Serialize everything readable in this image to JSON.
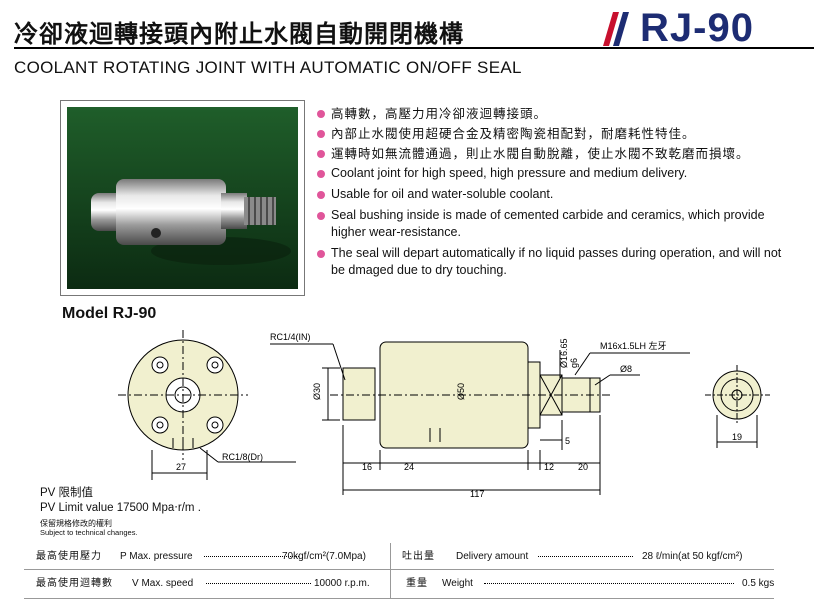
{
  "header": {
    "title_zh": "冷卻液迴轉接頭內附止水閥自動開閉機構",
    "title_en": "COOLANT ROTATING  JOINT WITH AUTOMATIC ON/OFF SEAL",
    "model_code": "RJ-90",
    "brand_color": "#1d2c73",
    "stripe_color": "#c8102e"
  },
  "features": [
    "高轉數，高壓力用冷卻液迴轉接頭。",
    "內部止水閥使用超硬合金及精密陶瓷相配對，耐磨耗性特佳。",
    "運轉時如無流體通過，則止水閥自動脫離，使止水閥不致乾磨而損壞。",
    "Coolant joint for high speed, high pressure and medium delivery.",
    "Usable for oil and water-soluble coolant.",
    "Seal bushing inside is made of cemented carbide and ceramics, which provide higher wear-resistance.",
    "The seal will depart automatically if no liquid passes during operation, and will not be dmaged due to dry touching."
  ],
  "bullet_color": "#e0559a",
  "model_label": "Model RJ-90",
  "drawing": {
    "port_in": "RC1/4(IN)",
    "port_drain": "RC1/8(Dr)",
    "thread": "M16x1.5LH 左牙",
    "dia_16": "Ø16.65",
    "fit_g6": "g6",
    "dia_8": "Ø8",
    "dia_30": "Ø30",
    "dia_50": "Ø50",
    "dim_27": "27",
    "dim_16": "16",
    "dim_24": "24",
    "dim_12": "12",
    "dim_20": "20",
    "dim_5": "5",
    "dim_117": "117",
    "dim_19": "19"
  },
  "pv": {
    "line1": "PV  限制值",
    "line2": "PV Limit value 17500 Mpa‧r/m ."
  },
  "notes": {
    "zh": "保留規格修改的權利",
    "en": "Subject to technical changes."
  },
  "specs": {
    "max_pressure_zh": "最高使用壓力",
    "max_pressure_en": "P Max. pressure",
    "max_pressure_val": "70kgf/cm²(7.0Mpa)",
    "max_speed_zh": "最高使用迴轉數",
    "max_speed_en": "V Max. speed",
    "max_speed_val": "10000 r.p.m.",
    "delivery_zh": "吐出量",
    "delivery_en": "Delivery amount",
    "delivery_val": "28 ℓ/min(at 50 kgf/cm²)",
    "weight_zh": "重量",
    "weight_en": "Weight",
    "weight_val": "0.5 kgs"
  }
}
